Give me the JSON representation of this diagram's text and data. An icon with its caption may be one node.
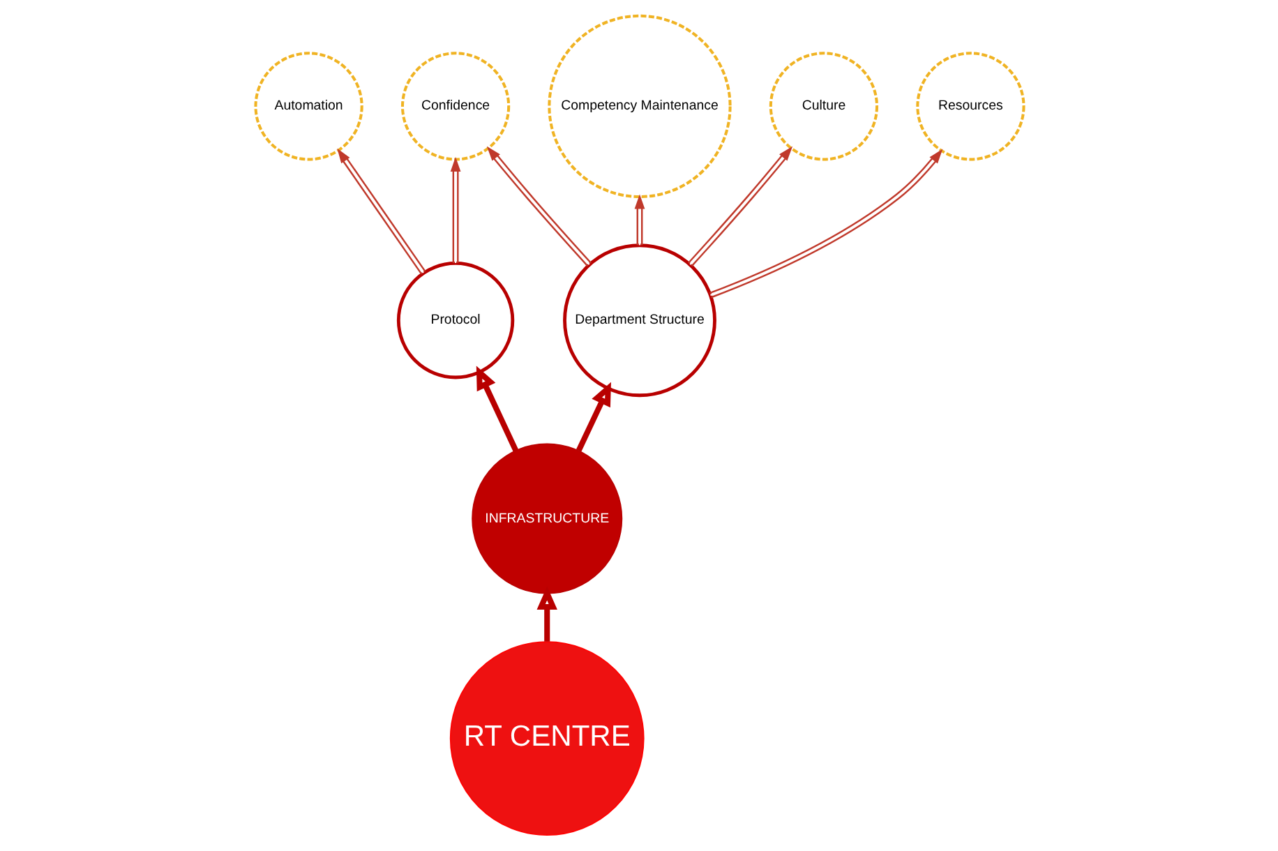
{
  "diagram": {
    "nodes": [
      {
        "text": [
          "Competency Maintenance"
        ]
      },
      {
        "text": [
          "Culture"
        ]
      },
      {
        "text": [
          "Automation"
        ]
      },
      {
        "text": [
          "Confidence"
        ]
      },
      {
        "text": [
          "Protocol"
        ]
      },
      {
        "text": [
          "Department Structure"
        ]
      },
      {
        "text": [
          "Resources"
        ]
      },
      {
        "text": [
          "INFRASTRUCTURE"
        ]
      },
      {
        "text": [
          "RT CENTRE"
        ]
      }
    ],
    "edges": [
      {
        "from": 8,
        "to": 7,
        "arrow": "to",
        "style": "thick"
      },
      {
        "from": 7,
        "to": 4,
        "arrow": "to",
        "style": "thick"
      },
      {
        "from": 7,
        "to": 5,
        "arrow": "to",
        "style": "thick"
      },
      {
        "from": 4,
        "to": 3,
        "arrow": "to"
      },
      {
        "from": 4,
        "to": 2,
        "arrow": "to"
      },
      {
        "from": 5,
        "to": 1,
        "arrow": "to"
      },
      {
        "from": 5,
        "to": 0,
        "arrow": "to"
      },
      {
        "from": 5,
        "to": 3,
        "arrow": "to"
      },
      {
        "from": 5,
        "to": 6,
        "arrow": "to"
      }
    ]
  }
}
